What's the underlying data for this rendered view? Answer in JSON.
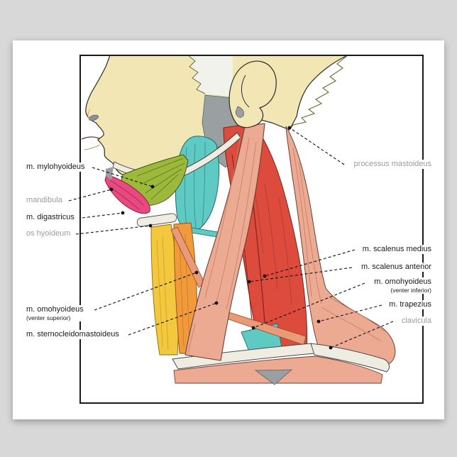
{
  "page": {
    "background": "#d8d8d8",
    "poster_bg": "#ffffff",
    "frame_border": "#1a1a1a"
  },
  "palette": {
    "skin": "#f2e7b4",
    "muscle_salmon": "#ecaa93",
    "muscle_red": "#dc4b3c",
    "muscle_teal": "#5fc9c4",
    "muscle_green": "#9cb93c",
    "muscle_magenta": "#e84a80",
    "muscle_yellow": "#f3c83e",
    "muscle_orange": "#f09a3c",
    "bone": "#efede2",
    "deep_gray": "#9aa0a2",
    "label_black": "#1a1a1a",
    "label_gray": "#9b9b9b"
  },
  "labels": {
    "left": [
      {
        "text": "m. mylohyoideus",
        "color": "#1a1a1a"
      },
      {
        "text": "mandibula",
        "color": "#9b9b9b"
      },
      {
        "text": "m. digastricus",
        "color": "#1a1a1a"
      },
      {
        "text": "os hyoideum",
        "color": "#9b9b9b"
      },
      {
        "text": "m. omohyoideus",
        "sub": "(venter superior)",
        "color": "#1a1a1a"
      },
      {
        "text": "m. sternocleidomastoideus",
        "color": "#1a1a1a"
      }
    ],
    "right": [
      {
        "text": "processus mastoideus",
        "color": "#9b9b9b"
      },
      {
        "text": "m. scalenus medius",
        "color": "#1a1a1a"
      },
      {
        "text": "m. scalenus anterior",
        "color": "#1a1a1a"
      },
      {
        "text": "m. omohyoideus",
        "sub": "(venter inferior)",
        "color": "#1a1a1a"
      },
      {
        "text": "m. trapezius",
        "color": "#1a1a1a"
      },
      {
        "text": "clavicula",
        "color": "#9b9b9b"
      }
    ]
  }
}
